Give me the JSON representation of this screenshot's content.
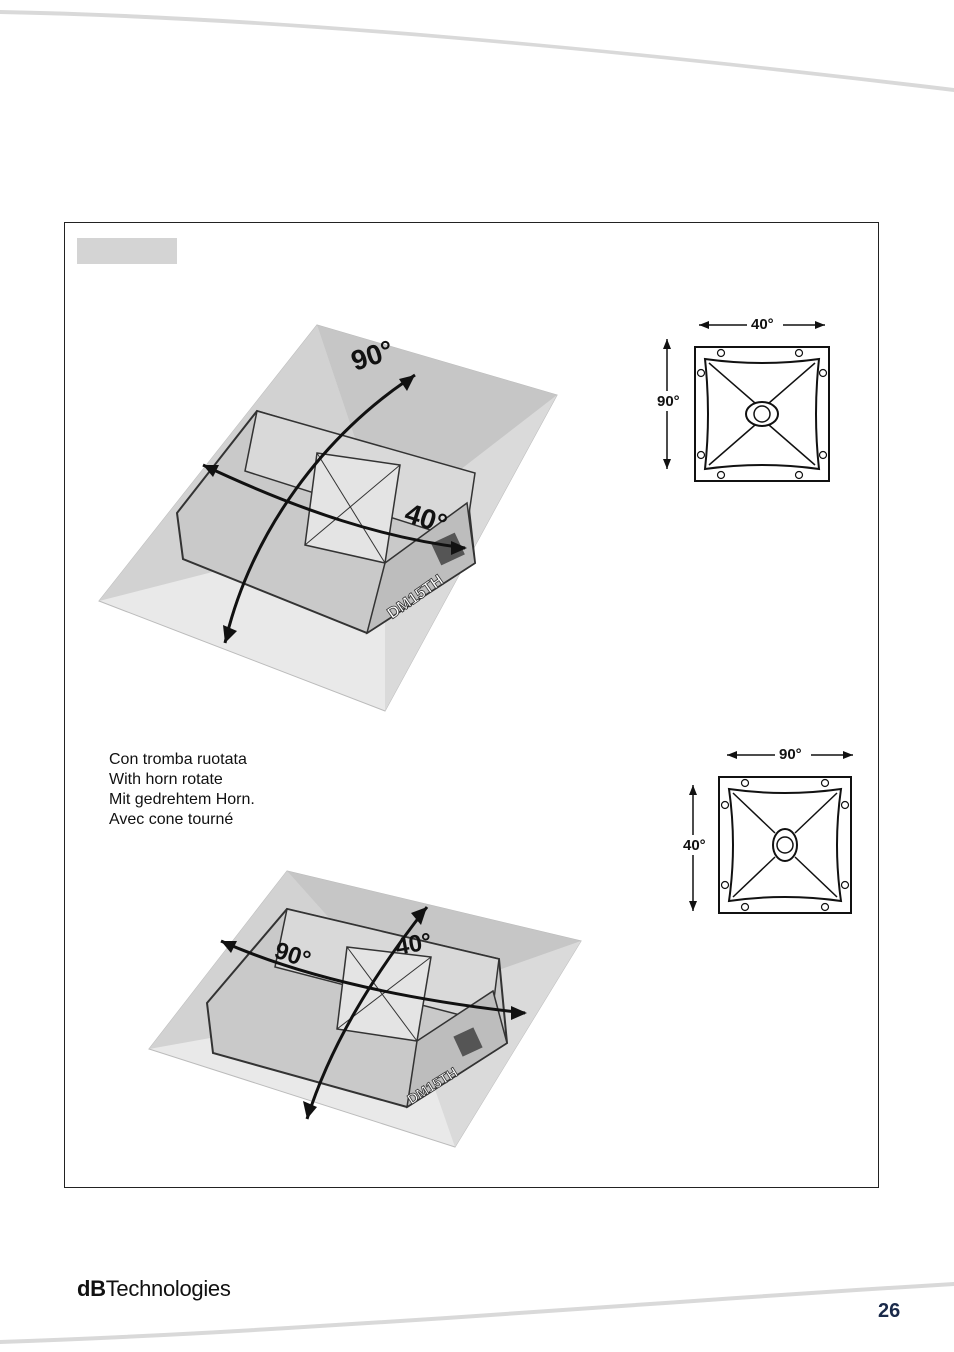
{
  "caption": {
    "line1": "Con tromba ruotata",
    "line2": "With horn rotate",
    "line3": "Mit gedrehtem Horn.",
    "line4": "Avec cone tourné"
  },
  "figure_top": {
    "vertical_angle": "90°",
    "horizontal_angle": "40°",
    "model_label": "DM15TH"
  },
  "figure_bottom": {
    "horizontal_angle": "90°",
    "vertical_angle": "40°",
    "model_label": "DM15TH"
  },
  "horn_top": {
    "width_label": "40°",
    "height_label": "90°"
  },
  "horn_bottom": {
    "width_label": "90°",
    "height_label": "40°"
  },
  "footer": {
    "brand_bold": "dB",
    "brand_rest": "Technologies",
    "page_number": "26"
  }
}
